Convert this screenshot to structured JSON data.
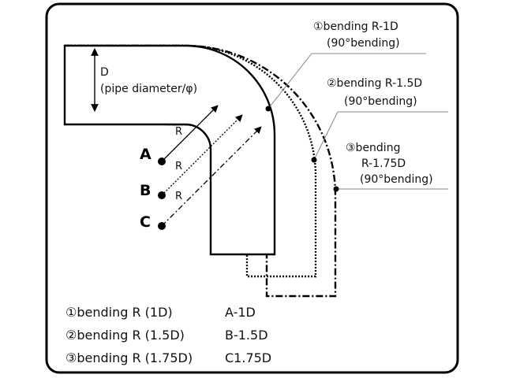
{
  "diagram": {
    "diameter_label": "D",
    "diameter_caption": "(pipe diameter/φ)",
    "callouts": [
      {
        "line1": "①bending R-1D",
        "line2": "(90°bending)"
      },
      {
        "line1": "②bending R-1.5D",
        "line2": "(90°bending)"
      },
      {
        "line1": "③bending",
        "line2": "R-1.75D",
        "line3": "(90°bending)"
      }
    ],
    "centers": [
      {
        "label": "A",
        "radius_label": "R"
      },
      {
        "label": "B",
        "radius_label": "R"
      },
      {
        "label": "C",
        "radius_label": "R"
      }
    ],
    "legend": [
      {
        "name": "①bending R (1D)",
        "code": "A-1D"
      },
      {
        "name": "②bending R (1.5D)",
        "code": "B-1.5D"
      },
      {
        "name": "③bending R (1.75D)",
        "code": "C1.75D"
      }
    ]
  },
  "colors": {
    "ink": "#000000",
    "leader": "#888888",
    "frame": "#000000"
  }
}
